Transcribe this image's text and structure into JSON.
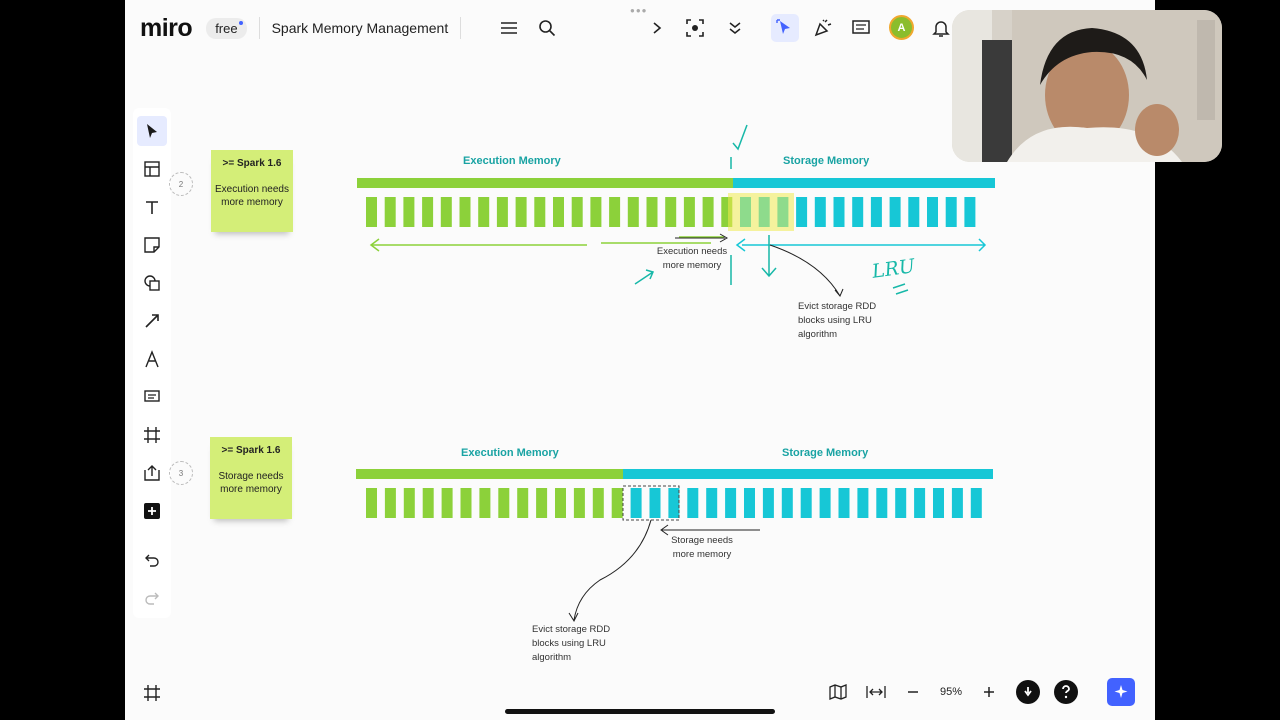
{
  "app": {
    "logo": "miro",
    "plan_badge": "free",
    "board_title": "Spark Memory Management"
  },
  "toolbar_icons": [
    "menu-icon",
    "search-icon",
    "chevron-right-icon",
    "screen-capture-icon",
    "chevron-down-icon",
    "select-cursor-icon",
    "celebrate-icon",
    "comments-icon",
    "notifications-icon"
  ],
  "user": {
    "avatar_initial": "A"
  },
  "left_tools": [
    "select",
    "frame-templates",
    "text",
    "sticky-note",
    "shapes",
    "connection-line",
    "pen",
    "comment",
    "frame",
    "upload",
    "add"
  ],
  "diagram_top": {
    "sticky": {
      "title": ">= Spark 1.6",
      "body": "Execution needs more memory"
    },
    "marker": "2",
    "execution_label": "Execution Memory",
    "storage_label": "Storage Memory",
    "note_need": "Execution needs more memory",
    "note_evict": "Evict storage RDD blocks using LRU algorithm",
    "handwritten": "LRU"
  },
  "diagram_bottom": {
    "sticky": {
      "title": ">= Spark 1.6",
      "body": "Storage needs more memory"
    },
    "marker": "3",
    "execution_label": "Execution Memory",
    "storage_label": "Storage Memory",
    "note_need": "Storage needs more memory",
    "note_evict": "Evict storage RDD blocks using LRU algorithm"
  },
  "bottom_bar": {
    "zoom": "95%"
  },
  "colors": {
    "execution": "#8cd13a",
    "storage": "#17c7d6",
    "accent": "#4262ff",
    "sticky": "#d4ee78"
  }
}
